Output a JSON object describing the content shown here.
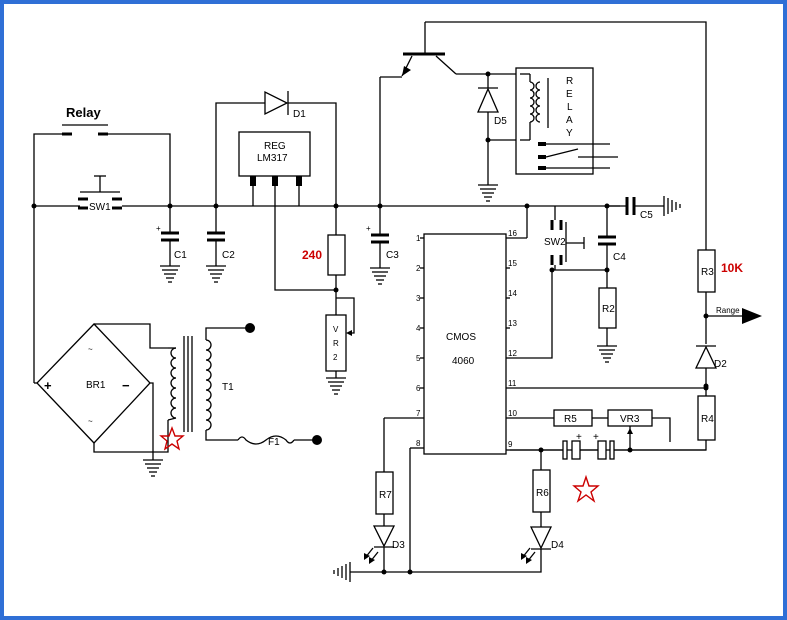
{
  "labels": {
    "relay_switch": "Relay",
    "sw1": "SW1",
    "c1": "C1",
    "c2": "C2",
    "d1": "D1",
    "reg_line1": "REG",
    "reg_line2": "LM317",
    "r_240": "240",
    "vr2": [
      "V",
      "R",
      "2"
    ],
    "c3": "C3",
    "d5": "D5",
    "relay_vertical": [
      "R",
      "E",
      "L",
      "A",
      "Y"
    ],
    "c5": "C5",
    "sw2": "SW2",
    "c4": "C4",
    "r2": "R2",
    "r3": "R3",
    "r3_value": "10K",
    "range": "Range",
    "d2": "D2",
    "r4": "R4",
    "br1": "BR1",
    "br_plus": "+",
    "br_minus": "−",
    "t1": "T1",
    "f1": "F1",
    "cmos_line1": "CMOS",
    "cmos_line2": "4060",
    "r5": "R5",
    "vr3": "VR3",
    "r7": "R7",
    "d3": "D3",
    "r6": "R6",
    "d4": "D4",
    "cap_plus": "+"
  },
  "cmos_pins_left": [
    "1",
    "2",
    "3",
    "4",
    "5",
    "6",
    "7",
    "8"
  ],
  "cmos_pins_right": [
    "16",
    "15",
    "14",
    "13",
    "12",
    "11",
    "10",
    "9"
  ],
  "colors": {
    "frame": "#2f6fd6",
    "wire": "#000000",
    "value_label": "#cc0000",
    "star": "#cc0000"
  }
}
